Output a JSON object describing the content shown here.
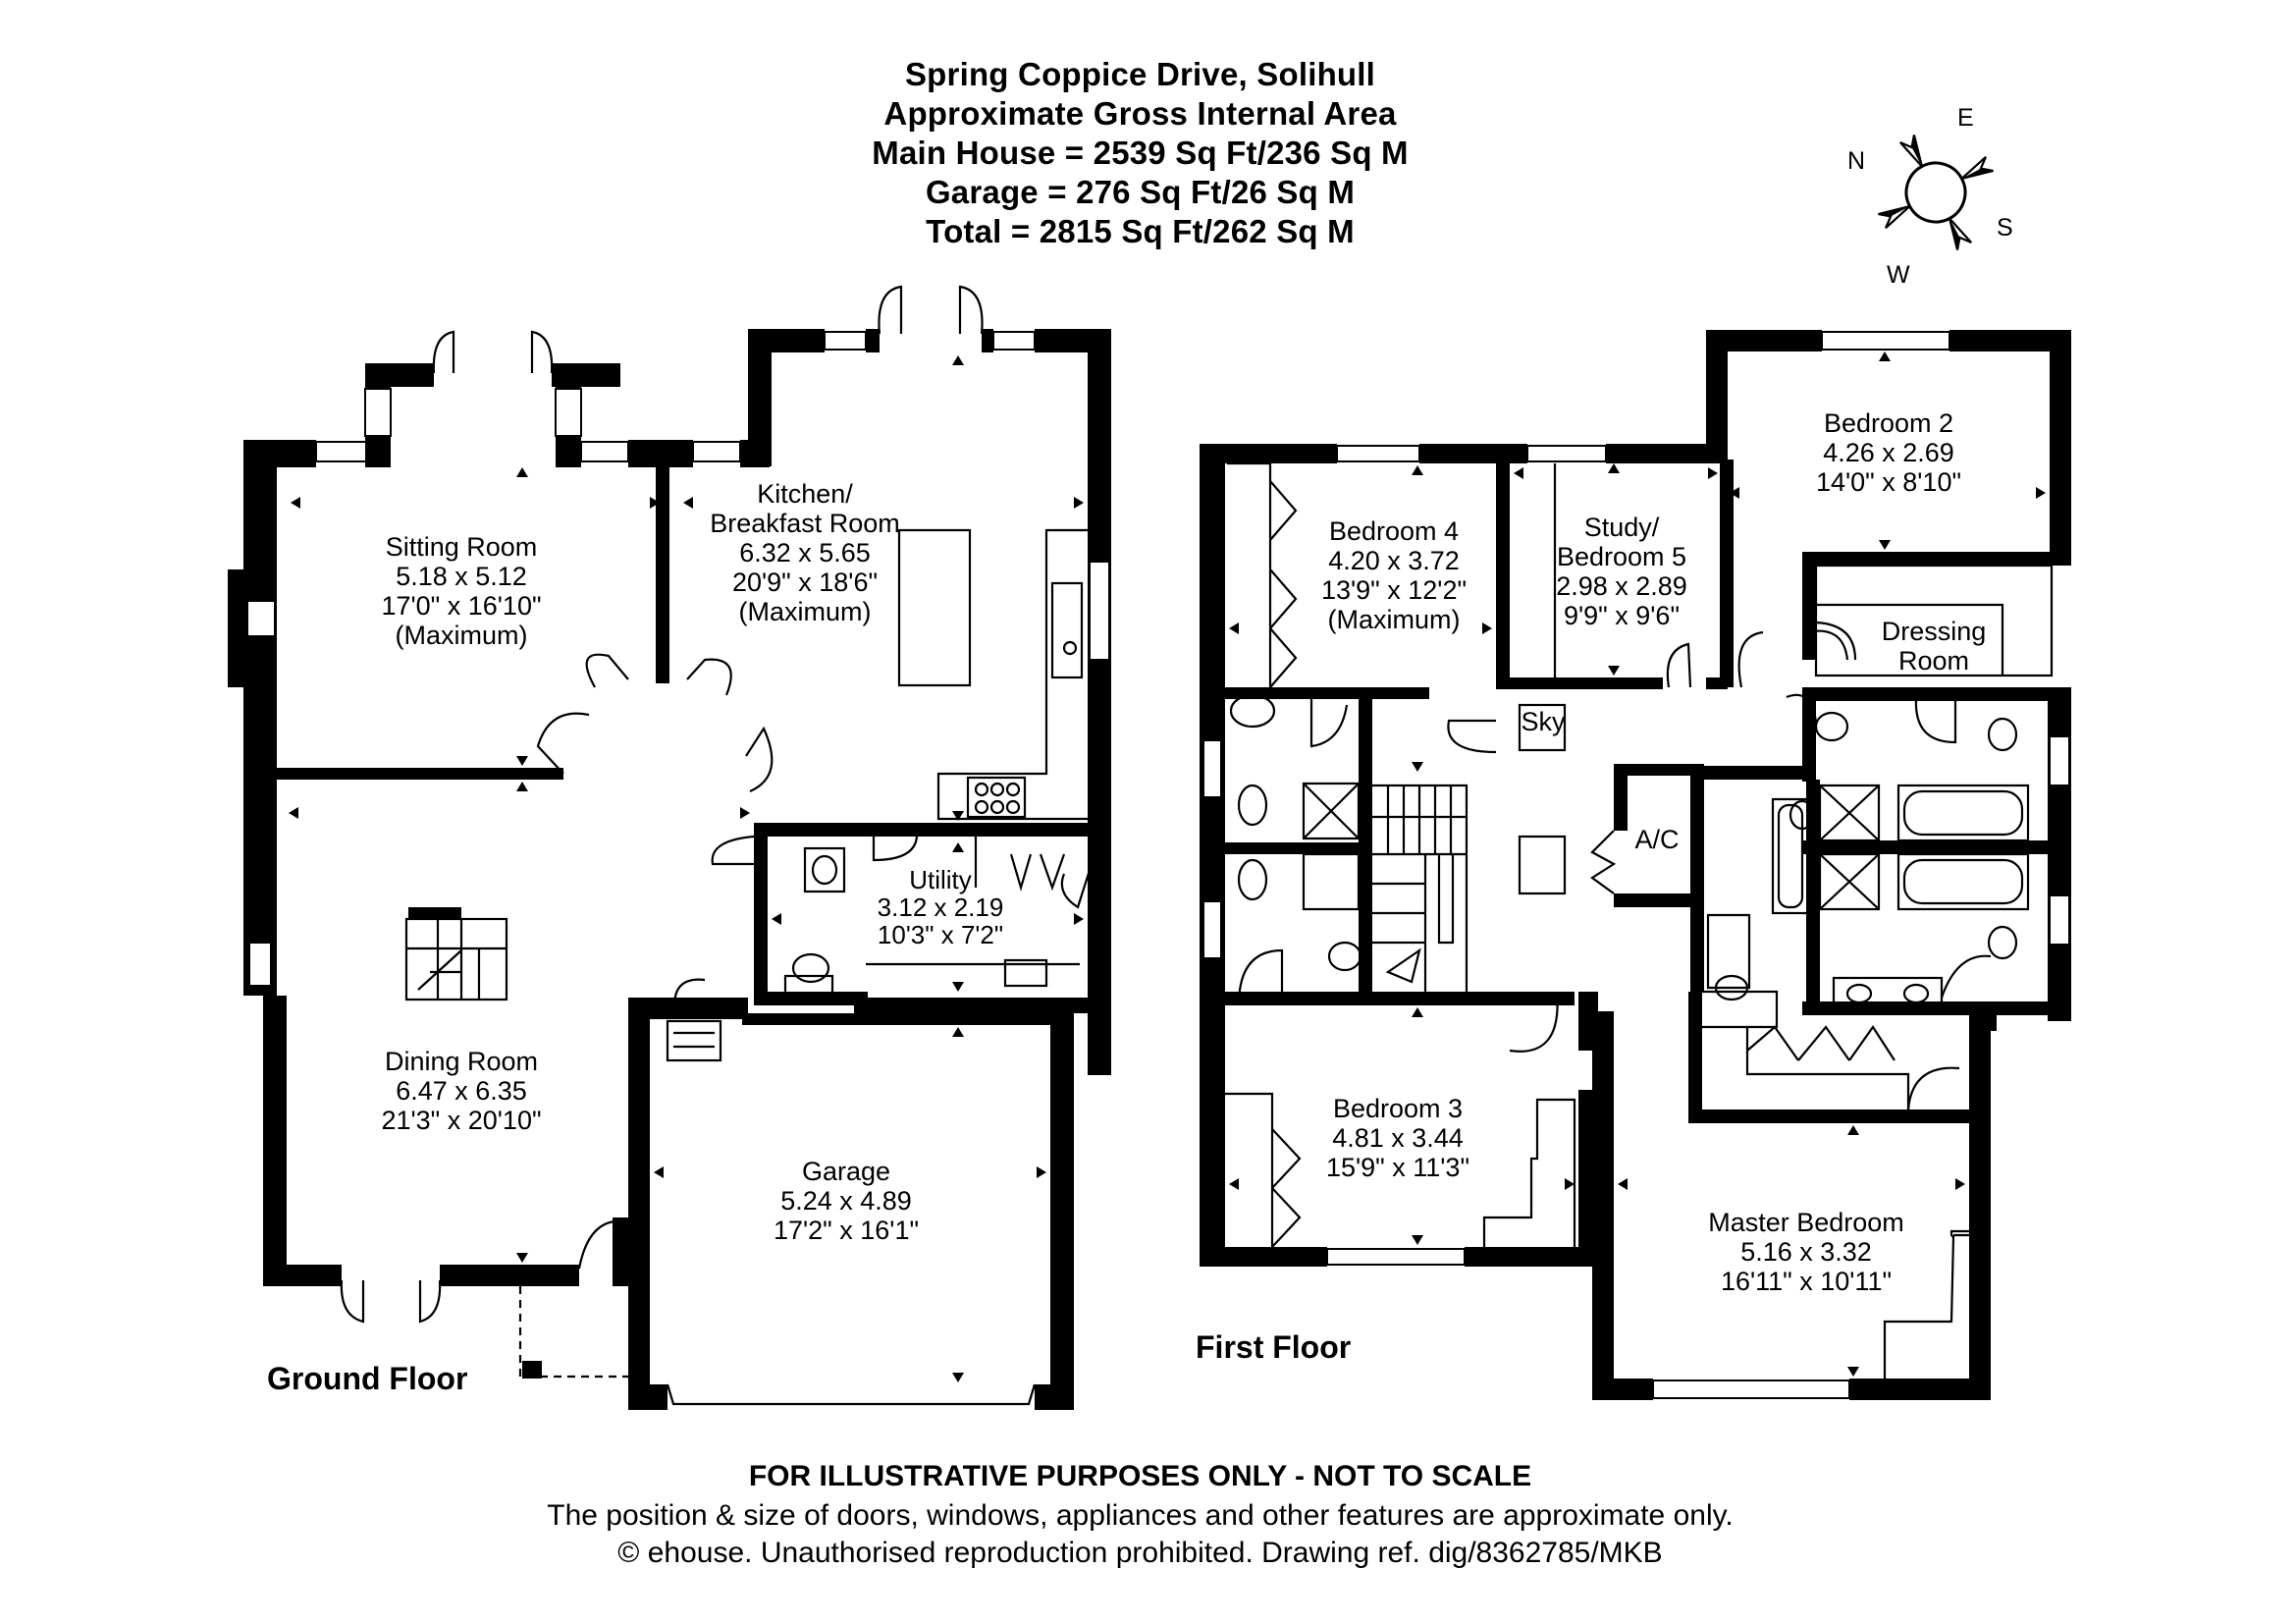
{
  "header": {
    "address": "Spring Coppice Drive, Solihull",
    "area_title": "Approximate Gross Internal Area",
    "main_house": "Main House = 2539 Sq Ft/236 Sq M",
    "garage": "Garage = 276 Sq Ft/26 Sq M",
    "total": "Total = 2815 Sq Ft/262 Sq M"
  },
  "compass": {
    "n": "N",
    "e": "E",
    "s": "S",
    "w": "W"
  },
  "floors": {
    "ground": "Ground Floor",
    "first": "First Floor"
  },
  "rooms": {
    "sitting": {
      "name": "Sitting Room",
      "metric": "5.18 x 5.12",
      "imperial": "17'0\" x 16'10\"",
      "note": "(Maximum)"
    },
    "kitchen": {
      "name1": "Kitchen/",
      "name2": "Breakfast Room",
      "metric": "6.32 x 5.65",
      "imperial": "20'9\" x 18'6\"",
      "note": "(Maximum)"
    },
    "dining": {
      "name": "Dining Room",
      "metric": "6.47 x 6.35",
      "imperial": "21'3\" x 20'10\""
    },
    "utility": {
      "name": "Utility",
      "metric": "3.12 x 2.19",
      "imperial": "10'3\" x 7'2\""
    },
    "garage": {
      "name": "Garage",
      "metric": "5.24 x 4.89",
      "imperial": "17'2\" x 16'1\""
    },
    "bedroom4": {
      "name": "Bedroom 4",
      "metric": "4.20 x 3.72",
      "imperial": "13'9\" x 12'2\"",
      "note": "(Maximum)"
    },
    "study": {
      "name1": "Study/",
      "name2": "Bedroom 5",
      "metric": "2.98 x 2.89",
      "imperial": "9'9\" x 9'6\""
    },
    "bedroom2": {
      "name": "Bedroom 2",
      "metric": "4.26 x 2.69",
      "imperial": "14'0\" x 8'10\""
    },
    "dressing": {
      "name1": "Dressing",
      "name2": "Room"
    },
    "sky": "Sky",
    "ac": "A/C",
    "bedroom3": {
      "name": "Bedroom 3",
      "metric": "4.81 x 3.44",
      "imperial": "15'9\" x 11'3\""
    },
    "master": {
      "name": "Master Bedroom",
      "metric": "5.16 x 3.32",
      "imperial": "16'11\" x 10'11\""
    }
  },
  "footer": {
    "disclaimer": "FOR ILLUSTRATIVE PURPOSES ONLY - NOT TO SCALE",
    "note": "The position & size of doors, windows, appliances and other features are approximate only.",
    "copyright": "© ehouse. Unauthorised reproduction prohibited. Drawing ref. dig/8362785/MKB"
  }
}
